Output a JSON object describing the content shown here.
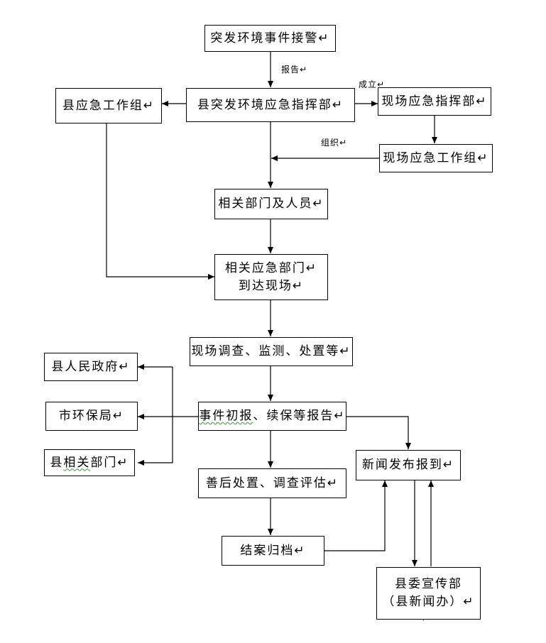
{
  "nodes": {
    "alarm": "突发环境事件接警↵",
    "county_hq": "县突发环境应急指挥部↵",
    "county_group": "县应急工作组↵",
    "site_hq": "现场应急指挥部↵",
    "site_group": "现场应急工作组↵",
    "related_depts": "相关部门及人员↵",
    "arrive_line1": "相关应急部门↵",
    "arrive_line2": "到达现场↵",
    "investigate": "现场调查、监测、处置等↵",
    "report_part1": "事件初报",
    "report_part2": "、续保等报告↵",
    "county_gov": "县人民政府↵",
    "city_epb": "市环保局↵",
    "county_depts_part1": "县",
    "county_depts_part2": "相关",
    "county_depts_part3": "部门↵",
    "aftermath": "善后处置、调查评估↵",
    "news": "新闻发布报到↵",
    "archive": "结案归档↵",
    "propaganda_line1": "县委宣传部",
    "propaganda_line2": "（县新闻办）↵"
  },
  "edge_labels": {
    "report": "报告↵",
    "establish": "成立↵",
    "organize": "组织↵"
  }
}
